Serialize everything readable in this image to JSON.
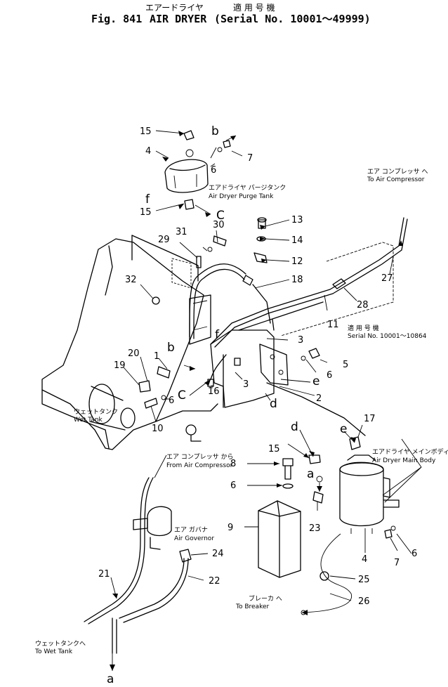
{
  "header": {
    "jp_title": "エアードライヤ",
    "jp_applicable": "適 用 号 機",
    "fig_label": "Fig. 841",
    "title": "AIR DRYER",
    "serial": "(Serial No. 10001～49999)"
  },
  "callouts": {
    "p1": "1",
    "p2": "2",
    "p3a": "3",
    "p3b": "3",
    "p4a": "4",
    "p4b": "4",
    "p5": "5",
    "p6a": "6",
    "p6b": "6",
    "p6c": "6",
    "p6d": "6",
    "p6e": "6",
    "p7a": "7",
    "p7b": "7",
    "p8": "8",
    "p9": "9",
    "p10": "10",
    "p11": "11",
    "p12": "12",
    "p13": "13",
    "p14": "14",
    "p15a": "15",
    "p15b": "15",
    "p15c": "15",
    "p16": "16",
    "p17": "17",
    "p18": "18",
    "p19": "19",
    "p20": "20",
    "p21": "21",
    "p22": "22",
    "p23": "23",
    "p24": "24",
    "p25": "25",
    "p26": "26",
    "p27": "27",
    "p28": "28",
    "p29": "29",
    "p30": "30",
    "p31": "31",
    "p32": "32"
  },
  "letters": {
    "b1": "b",
    "f1": "f",
    "c1": "C",
    "b2": "b",
    "f2": "f",
    "c2": "C",
    "e1": "e",
    "d1": "d",
    "d2": "d",
    "e2": "e",
    "a1": "a",
    "a2": "a"
  },
  "notes": {
    "purge_jp": "エアドライヤ パージタンク",
    "purge_en": "Air Dryer Purge Tank",
    "compressor_to_jp": "エア コンプレッサ へ",
    "compressor_to_en": "To Air Compressor",
    "serial_jp": "適 用 号 機",
    "serial_en": "Serial No. 10001～10864",
    "wet_jp": "ウェットタンク",
    "wet_en": "Wet Tank",
    "from_comp_jp": "エア コンプレッサ から",
    "from_comp_en": "From Air Compressor",
    "governor_jp": "エア ガバナ",
    "governor_en": "Air Governor",
    "main_body_jp": "エアドライヤ メインボディ",
    "main_body_en": "Air Dryer Main Body",
    "breaker_jp": "ブレーカ へ",
    "breaker_en": "To Breaker",
    "to_wet_jp": "ウェットタンクへ",
    "to_wet_en": "To Wet Tank"
  }
}
